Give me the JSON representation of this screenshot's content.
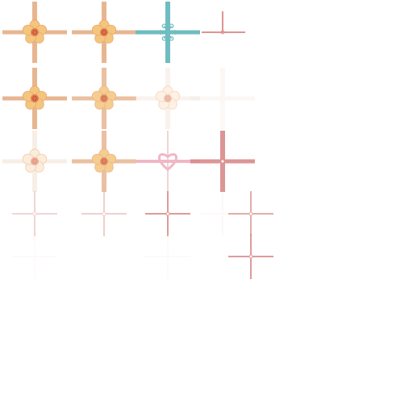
{
  "sheet": {
    "background": "#ffffff",
    "palette": {
      "ribbon_peach": "#e7b690",
      "ribbon_pale": "#f2e3d8",
      "ribbon_teal": "#6fbcc1",
      "ribbon_teal_pale": "#cfe8e8",
      "ribbon_rose": "#d98a8a",
      "ribbon_rose_pale": "#efd5d5",
      "heart_pink": "#f1b7c6",
      "flower_petal": "#f4c57e",
      "flower_petal_pale": "#f9e1c4",
      "flower_center": "#e27a4c",
      "flower_dot": "#b94a37"
    },
    "sprites": [
      {
        "row": 0,
        "col": 0,
        "kind": "ribbon-cross-flower",
        "style": "peach",
        "strength": 1.0
      },
      {
        "row": 0,
        "col": 1,
        "kind": "ribbon-cross-flower",
        "style": "peach",
        "strength": 1.0
      },
      {
        "row": 0,
        "col": 2,
        "kind": "ribbon-cross-snowflake",
        "style": "teal",
        "strength": 1.0
      },
      {
        "row": 0,
        "col": 3,
        "kind": "ribbon-corner-knot",
        "style": "rose",
        "strength": 0.9
      },
      {
        "row": 1,
        "col": 0,
        "kind": "ribbon-cross-flower",
        "style": "peach",
        "strength": 1.0
      },
      {
        "row": 1,
        "col": 1,
        "kind": "ribbon-cross-flower",
        "style": "peach",
        "strength": 0.85
      },
      {
        "row": 1,
        "col": 2,
        "kind": "ribbon-cross-flower",
        "style": "pale",
        "strength": 0.45
      },
      {
        "row": 1,
        "col": 3,
        "kind": "ribbon-cross-faint",
        "style": "pale",
        "strength": 0.25
      },
      {
        "row": 2,
        "col": 0,
        "kind": "ribbon-cross-flower",
        "style": "pale",
        "strength": 0.6
      },
      {
        "row": 2,
        "col": 1,
        "kind": "ribbon-cross-flower",
        "style": "peach",
        "strength": 0.85
      },
      {
        "row": 2,
        "col": 2,
        "kind": "ribbon-heart",
        "style": "pink",
        "strength": 1.0
      },
      {
        "row": 2,
        "col": 3,
        "kind": "ribbon-cross-knot",
        "style": "rose",
        "strength": 0.9
      },
      {
        "row": 3,
        "col": 0,
        "kind": "ribbon-cross-knot",
        "style": "rose",
        "strength": 0.35
      },
      {
        "row": 3,
        "col": 1,
        "kind": "ribbon-cross-knot",
        "style": "rose",
        "strength": 0.4
      },
      {
        "row": 3,
        "col": 2,
        "kind": "ribbon-cross-knot",
        "style": "rose",
        "strength": 0.85
      },
      {
        "row": 3,
        "col": 3,
        "kind": "ribbon-cross-faint",
        "style": "pale",
        "strength": 0.2
      },
      {
        "row": 3,
        "col": 4,
        "kind": "ribbon-cross-knot",
        "style": "rose",
        "strength": 0.7
      },
      {
        "row": 4,
        "col": 0,
        "kind": "ribbon-cross-faint",
        "style": "pale",
        "strength": 0.15
      },
      {
        "row": 4,
        "col": 2,
        "kind": "ribbon-cross-faint",
        "style": "pale",
        "strength": 0.15
      },
      {
        "row": 4,
        "col": 4,
        "kind": "ribbon-cross-knot",
        "style": "rose",
        "strength": 0.85
      }
    ]
  }
}
